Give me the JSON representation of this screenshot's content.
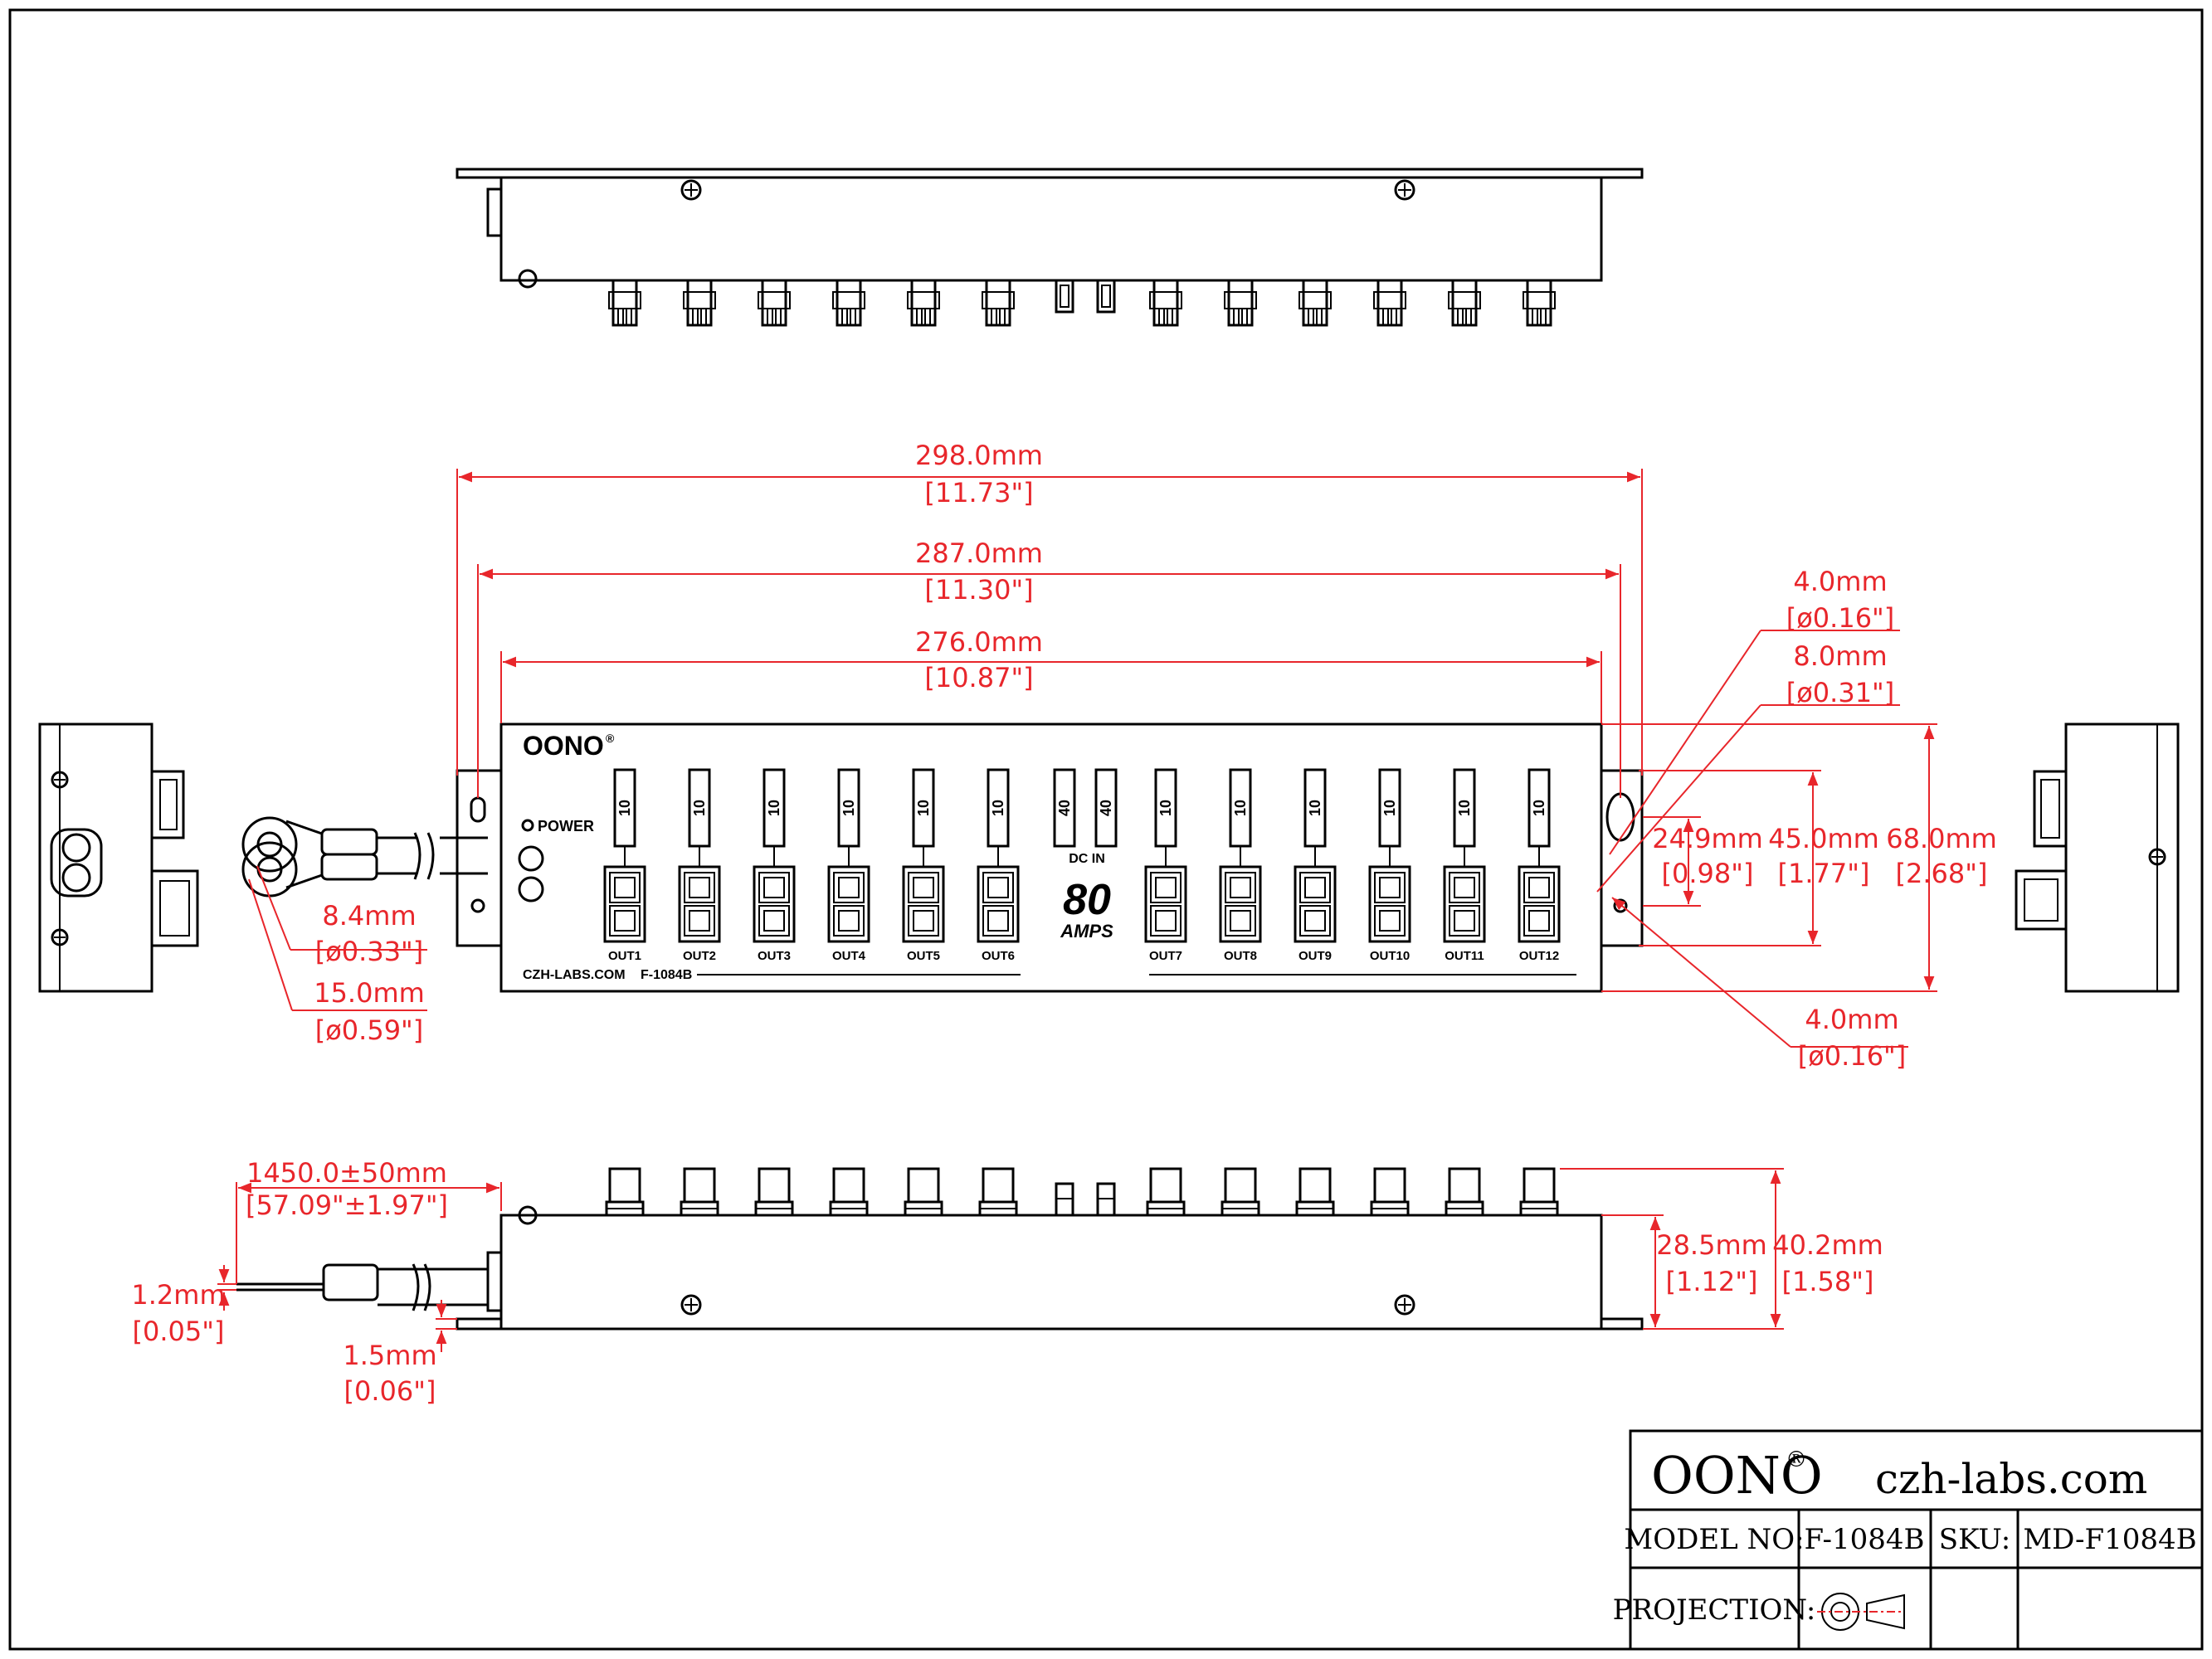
{
  "panel": {
    "brand": "OONO",
    "reg": "®",
    "power_label": "POWER",
    "website_label": "CZH-LABS.COM",
    "model_label": "F-1084B",
    "dc_in_label": "DC IN",
    "amps_value": "80",
    "amps_unit": "AMPS",
    "fuses_left": [
      "10",
      "10",
      "10",
      "10",
      "10",
      "10"
    ],
    "fuses_input": [
      "40",
      "40"
    ],
    "fuses_right": [
      "10",
      "10",
      "10",
      "10",
      "10",
      "10"
    ],
    "outputs_left": [
      "OUT1",
      "OUT2",
      "OUT3",
      "OUT4",
      "OUT5",
      "OUT6"
    ],
    "outputs_right": [
      "OUT7",
      "OUT8",
      "OUT9",
      "OUT10",
      "OUT11",
      "OUT12"
    ]
  },
  "dimensions": {
    "overall_length": {
      "mm": "298.0mm",
      "inch": "[11.73\"]"
    },
    "mount_spacing": {
      "mm": "287.0mm",
      "inch": "[11.30\"]"
    },
    "body_length": {
      "mm": "276.0mm",
      "inch": "[10.87\"]"
    },
    "hole_small_top": {
      "mm": "4.0mm",
      "inch": "[ø0.16\"]"
    },
    "slot_width": {
      "mm": "8.0mm",
      "inch": "[ø0.31\"]"
    },
    "hole_small_bottom": {
      "mm": "4.0mm",
      "inch": "[ø0.16\"]"
    },
    "hole_offset": {
      "mm": "24.9mm",
      "inch": "[0.98\"]"
    },
    "hole_spacing": {
      "mm": "45.0mm",
      "inch": "[1.77\"]"
    },
    "body_width": {
      "mm": "68.0mm",
      "inch": "[2.68\"]"
    },
    "ring_inner": {
      "mm": "8.4mm",
      "inch": "[ø0.33\"]"
    },
    "ring_outer": {
      "mm": "15.0mm",
      "inch": "[ø0.59\"]"
    },
    "cable_length": {
      "mm": "1450.0±50mm",
      "inch": "[57.09\"±1.97\"]"
    },
    "wire_dia": {
      "mm": "1.2mm",
      "inch": "[0.05\"]"
    },
    "flange_thick": {
      "mm": "1.5mm",
      "inch": "[0.06\"]"
    },
    "body_height": {
      "mm": "28.5mm",
      "inch": "[1.12\"]"
    },
    "total_height": {
      "mm": "40.2mm",
      "inch": "[1.58\"]"
    }
  },
  "title_block": {
    "brand": "OONO",
    "reg": "®",
    "website": "czh-labs.com",
    "model_label": "MODEL NO:",
    "model_value": "F-1084B",
    "sku_label": "SKU:",
    "sku_value": "MD-F1084B",
    "projection_label": "PROJECTION:"
  }
}
